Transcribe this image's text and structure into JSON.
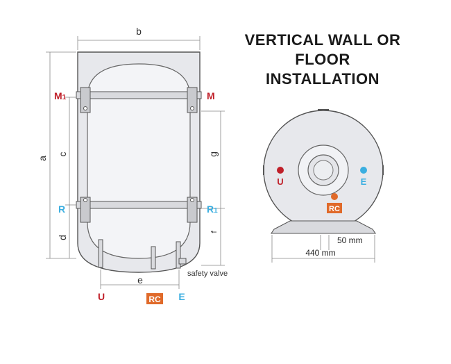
{
  "title": {
    "line1": "VERTICAL WALL OR",
    "line2": "FLOOR",
    "line3": "INSTALLATION"
  },
  "dimensions": {
    "a": "a",
    "b": "b",
    "c": "c",
    "d": "d",
    "e": "e",
    "f": "f",
    "g": "g",
    "width_440": "440 mm",
    "gap_50": "50 mm"
  },
  "labels": {
    "m1": "M",
    "m1_sub": "1",
    "m": "M",
    "r": "R",
    "r1": "R",
    "r1_sub": "1",
    "u": "U",
    "e": "E",
    "rc": "RC",
    "safety_valve": "safety valve"
  },
  "colors": {
    "red": "#c0202a",
    "blue": "#3aaee0",
    "orange": "#e06a2a",
    "body_fill": "#e7e8ec",
    "stroke": "#555555"
  }
}
